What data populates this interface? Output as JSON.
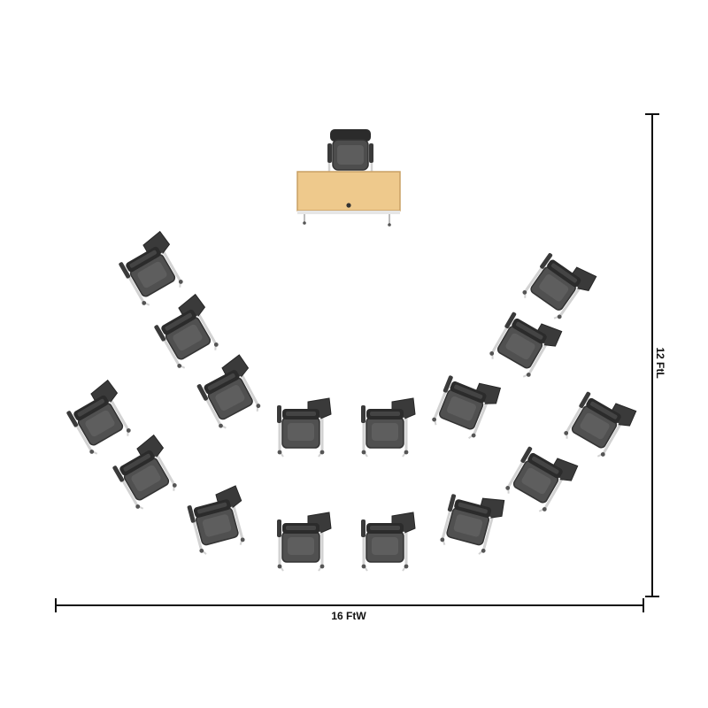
{
  "dimensions": {
    "width_label": "16 FtW",
    "length_label": "12 FtL"
  },
  "colors": {
    "desk_top": "#eec98c",
    "desk_edge": "#c9a064",
    "chair_seat": "#4d4d4d",
    "chair_back": "#2b2b2b",
    "tablet": "#3a3a3a",
    "frame": "#cfcfcf",
    "line": "#111111"
  },
  "items": [
    {
      "kind": "instructor-chair"
    },
    {
      "kind": "instructor-desk"
    },
    {
      "kind": "student-chair",
      "row": "outer-left",
      "index": 1
    },
    {
      "kind": "student-chair",
      "row": "outer-left",
      "index": 2
    },
    {
      "kind": "student-chair",
      "row": "outer-left",
      "index": 3
    },
    {
      "kind": "student-chair",
      "row": "inner-left",
      "index": 1
    },
    {
      "kind": "student-chair",
      "row": "inner-left",
      "index": 2
    },
    {
      "kind": "student-chair",
      "row": "inner-left",
      "index": 3
    },
    {
      "kind": "student-chair",
      "row": "inner-front",
      "index": 1
    },
    {
      "kind": "student-chair",
      "row": "inner-front",
      "index": 2
    },
    {
      "kind": "student-chair",
      "row": "outer-front",
      "index": 1
    },
    {
      "kind": "student-chair",
      "row": "outer-front",
      "index": 2
    },
    {
      "kind": "student-chair",
      "row": "inner-right",
      "index": 1
    },
    {
      "kind": "student-chair",
      "row": "inner-right",
      "index": 2
    },
    {
      "kind": "student-chair",
      "row": "inner-right",
      "index": 3
    },
    {
      "kind": "student-chair",
      "row": "outer-right",
      "index": 1
    },
    {
      "kind": "student-chair",
      "row": "outer-right",
      "index": 2
    },
    {
      "kind": "student-chair",
      "row": "outer-right",
      "index": 3
    }
  ]
}
